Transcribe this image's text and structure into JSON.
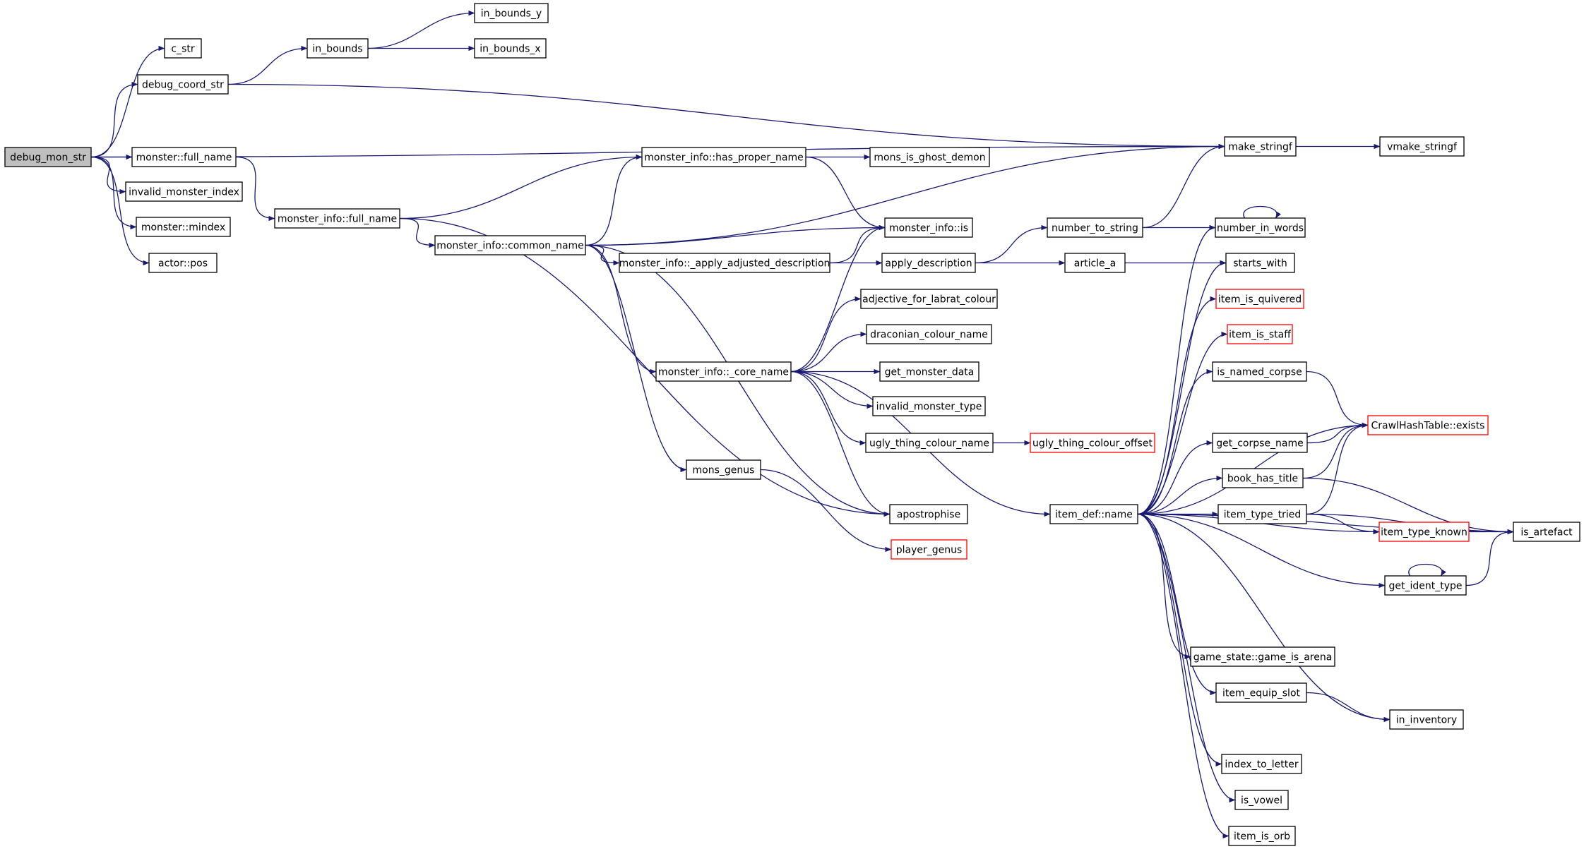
{
  "title": "",
  "colors": {
    "edge": "#191970",
    "node_border": "#000000",
    "node_border_incomplete": "#ff0000",
    "root_fill": "#bfbfbf",
    "background": "#ffffff"
  },
  "nodes": [
    {
      "id": "debug_mon_str",
      "label": "debug_mon_str",
      "root": true
    },
    {
      "id": "c_str",
      "label": "c_str"
    },
    {
      "id": "debug_coord_str",
      "label": "debug_coord_str"
    },
    {
      "id": "in_bounds",
      "label": "in_bounds"
    },
    {
      "id": "in_bounds_y",
      "label": "in_bounds_y"
    },
    {
      "id": "in_bounds_x",
      "label": "in_bounds_x"
    },
    {
      "id": "make_stringf",
      "label": "make_stringf"
    },
    {
      "id": "vmake_stringf",
      "label": "vmake_stringf"
    },
    {
      "id": "monster_full_name",
      "label": "monster::full_name"
    },
    {
      "id": "invalid_monster_index",
      "label": "invalid_monster_index"
    },
    {
      "id": "monster_mindex",
      "label": "monster::mindex"
    },
    {
      "id": "actor_pos",
      "label": "actor::pos"
    },
    {
      "id": "mi_full_name",
      "label": "monster_info::full_name"
    },
    {
      "id": "mi_has_proper_name",
      "label": "monster_info::has_proper_name"
    },
    {
      "id": "mons_is_ghost_demon",
      "label": "mons_is_ghost_demon"
    },
    {
      "id": "mi_common_name",
      "label": "monster_info::common_name"
    },
    {
      "id": "mi_is",
      "label": "monster_info::is"
    },
    {
      "id": "mi_apply_adjusted",
      "label": "monster_info::_apply_adjusted_description"
    },
    {
      "id": "apply_description",
      "label": "apply_description"
    },
    {
      "id": "number_to_string",
      "label": "number_to_string"
    },
    {
      "id": "number_in_words",
      "label": "number_in_words"
    },
    {
      "id": "article_a",
      "label": "article_a"
    },
    {
      "id": "starts_with",
      "label": "starts_with"
    },
    {
      "id": "adjective_for_labrat_colour",
      "label": "adjective_for_labrat_colour"
    },
    {
      "id": "item_is_quivered",
      "label": "item_is_quivered",
      "incomplete": true
    },
    {
      "id": "draconian_colour_name",
      "label": "draconian_colour_name"
    },
    {
      "id": "item_is_staff",
      "label": "item_is_staff",
      "incomplete": true
    },
    {
      "id": "mi_core_name",
      "label": "monster_info::_core_name"
    },
    {
      "id": "get_monster_data",
      "label": "get_monster_data"
    },
    {
      "id": "is_named_corpse",
      "label": "is_named_corpse"
    },
    {
      "id": "invalid_monster_type",
      "label": "invalid_monster_type"
    },
    {
      "id": "ugly_thing_colour_name",
      "label": "ugly_thing_colour_name"
    },
    {
      "id": "ugly_thing_colour_offset",
      "label": "ugly_thing_colour_offset",
      "incomplete": true
    },
    {
      "id": "get_corpse_name",
      "label": "get_corpse_name"
    },
    {
      "id": "crawl_hash_exists",
      "label": "CrawlHashTable::exists",
      "incomplete": true
    },
    {
      "id": "mons_genus",
      "label": "mons_genus"
    },
    {
      "id": "book_has_title",
      "label": "book_has_title"
    },
    {
      "id": "apostrophise",
      "label": "apostrophise"
    },
    {
      "id": "item_def_name",
      "label": "item_def::name"
    },
    {
      "id": "item_type_tried",
      "label": "item_type_tried"
    },
    {
      "id": "item_type_known",
      "label": "item_type_known",
      "incomplete": true
    },
    {
      "id": "is_artefact",
      "label": "is_artefact"
    },
    {
      "id": "player_genus",
      "label": "player_genus",
      "incomplete": true
    },
    {
      "id": "get_ident_type",
      "label": "get_ident_type"
    },
    {
      "id": "game_is_arena",
      "label": "game_state::game_is_arena"
    },
    {
      "id": "item_equip_slot",
      "label": "item_equip_slot"
    },
    {
      "id": "in_inventory",
      "label": "in_inventory"
    },
    {
      "id": "index_to_letter",
      "label": "index_to_letter"
    },
    {
      "id": "is_vowel",
      "label": "is_vowel"
    },
    {
      "id": "item_is_orb",
      "label": "item_is_orb"
    }
  ],
  "edges": [
    {
      "from": "debug_mon_str",
      "to": "c_str"
    },
    {
      "from": "debug_mon_str",
      "to": "debug_coord_str"
    },
    {
      "from": "debug_mon_str",
      "to": "make_stringf"
    },
    {
      "from": "debug_mon_str",
      "to": "monster_full_name"
    },
    {
      "from": "debug_mon_str",
      "to": "invalid_monster_index"
    },
    {
      "from": "debug_mon_str",
      "to": "monster_mindex"
    },
    {
      "from": "debug_mon_str",
      "to": "actor_pos"
    },
    {
      "from": "debug_coord_str",
      "to": "in_bounds"
    },
    {
      "from": "debug_coord_str",
      "to": "make_stringf"
    },
    {
      "from": "in_bounds",
      "to": "in_bounds_y"
    },
    {
      "from": "in_bounds",
      "to": "in_bounds_x"
    },
    {
      "from": "make_stringf",
      "to": "vmake_stringf"
    },
    {
      "from": "monster_full_name",
      "to": "mi_full_name"
    },
    {
      "from": "mi_full_name",
      "to": "mi_has_proper_name"
    },
    {
      "from": "mi_full_name",
      "to": "mi_common_name"
    },
    {
      "from": "mi_full_name",
      "to": "apostrophise"
    },
    {
      "from": "mi_has_proper_name",
      "to": "mons_is_ghost_demon"
    },
    {
      "from": "mi_has_proper_name",
      "to": "mi_is"
    },
    {
      "from": "mi_common_name",
      "to": "mi_has_proper_name"
    },
    {
      "from": "mi_common_name",
      "to": "make_stringf"
    },
    {
      "from": "mi_common_name",
      "to": "mi_is"
    },
    {
      "from": "mi_common_name",
      "to": "mi_apply_adjusted"
    },
    {
      "from": "mi_common_name",
      "to": "mi_core_name"
    },
    {
      "from": "mi_common_name",
      "to": "mons_genus"
    },
    {
      "from": "mi_common_name",
      "to": "apostrophise"
    },
    {
      "from": "mi_apply_adjusted",
      "to": "mi_is"
    },
    {
      "from": "mi_apply_adjusted",
      "to": "apply_description"
    },
    {
      "from": "apply_description",
      "to": "number_to_string"
    },
    {
      "from": "apply_description",
      "to": "article_a"
    },
    {
      "from": "number_to_string",
      "to": "make_stringf"
    },
    {
      "from": "number_to_string",
      "to": "number_in_words"
    },
    {
      "from": "number_in_words",
      "to": "number_in_words"
    },
    {
      "from": "article_a",
      "to": "starts_with"
    },
    {
      "from": "mi_core_name",
      "to": "mi_is"
    },
    {
      "from": "mi_core_name",
      "to": "adjective_for_labrat_colour"
    },
    {
      "from": "mi_core_name",
      "to": "draconian_colour_name"
    },
    {
      "from": "mi_core_name",
      "to": "get_monster_data"
    },
    {
      "from": "mi_core_name",
      "to": "invalid_monster_type"
    },
    {
      "from": "mi_core_name",
      "to": "ugly_thing_colour_name"
    },
    {
      "from": "mi_core_name",
      "to": "apostrophise"
    },
    {
      "from": "mi_core_name",
      "to": "item_def_name"
    },
    {
      "from": "ugly_thing_colour_name",
      "to": "ugly_thing_colour_offset"
    },
    {
      "from": "mons_genus",
      "to": "player_genus"
    },
    {
      "from": "item_def_name",
      "to": "number_in_words"
    },
    {
      "from": "item_def_name",
      "to": "starts_with"
    },
    {
      "from": "item_def_name",
      "to": "item_is_quivered"
    },
    {
      "from": "item_def_name",
      "to": "item_is_staff"
    },
    {
      "from": "item_def_name",
      "to": "is_named_corpse"
    },
    {
      "from": "item_def_name",
      "to": "crawl_hash_exists"
    },
    {
      "from": "item_def_name",
      "to": "get_corpse_name"
    },
    {
      "from": "item_def_name",
      "to": "book_has_title"
    },
    {
      "from": "item_def_name",
      "to": "item_type_tried"
    },
    {
      "from": "item_def_name",
      "to": "item_type_known"
    },
    {
      "from": "item_def_name",
      "to": "get_ident_type"
    },
    {
      "from": "item_def_name",
      "to": "is_artefact"
    },
    {
      "from": "item_def_name",
      "to": "game_is_arena"
    },
    {
      "from": "item_def_name",
      "to": "item_equip_slot"
    },
    {
      "from": "item_def_name",
      "to": "in_inventory"
    },
    {
      "from": "item_def_name",
      "to": "index_to_letter"
    },
    {
      "from": "item_def_name",
      "to": "is_vowel"
    },
    {
      "from": "item_def_name",
      "to": "item_is_orb"
    },
    {
      "from": "is_named_corpse",
      "to": "crawl_hash_exists"
    },
    {
      "from": "get_corpse_name",
      "to": "crawl_hash_exists"
    },
    {
      "from": "book_has_title",
      "to": "crawl_hash_exists"
    },
    {
      "from": "book_has_title",
      "to": "is_artefact"
    },
    {
      "from": "item_type_tried",
      "to": "crawl_hash_exists"
    },
    {
      "from": "item_type_tried",
      "to": "item_type_known"
    },
    {
      "from": "item_type_tried",
      "to": "is_artefact"
    },
    {
      "from": "item_type_known",
      "to": "is_artefact"
    },
    {
      "from": "get_ident_type",
      "to": "get_ident_type"
    },
    {
      "from": "get_ident_type",
      "to": "is_artefact"
    },
    {
      "from": "item_equip_slot",
      "to": "in_inventory"
    }
  ]
}
